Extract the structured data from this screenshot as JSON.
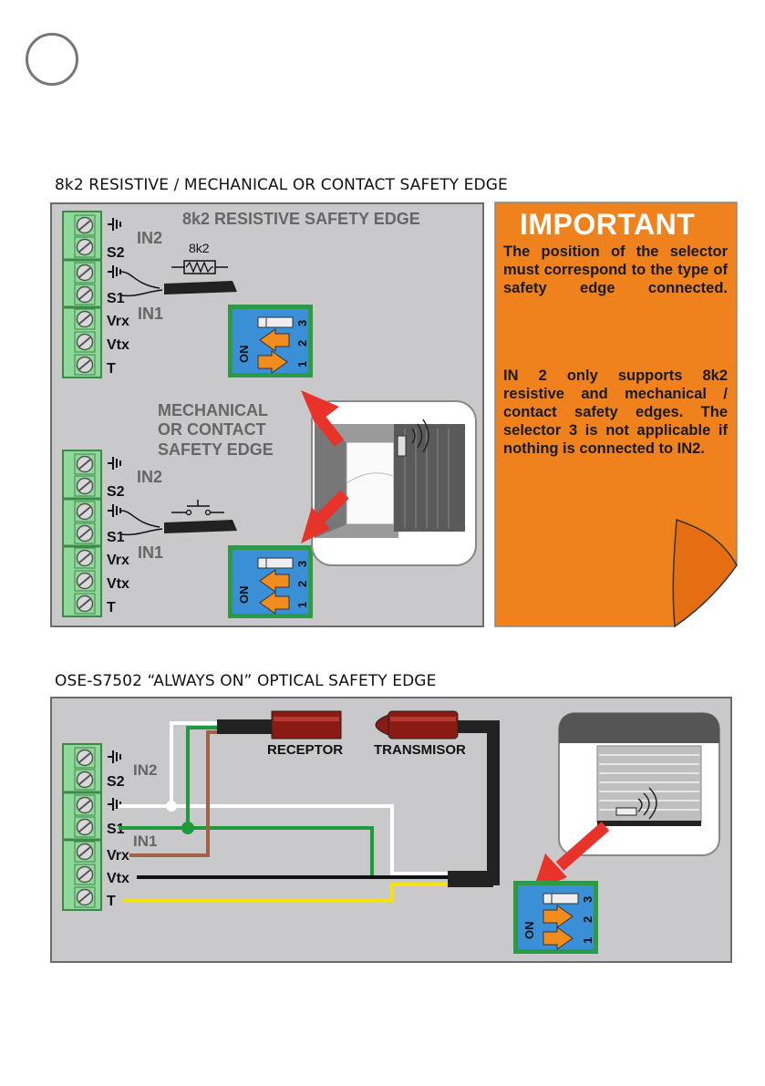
{
  "section1": {
    "title": "8k2 RESISTIVE / MECHANICAL OR CONTACT SAFETY EDGE",
    "resistive_label": "8k2 RESISTIVE SAFETY EDGE",
    "resistor_value": "8k2",
    "mechanical_label_lines": [
      "MECHANICAL",
      "OR CONTACT",
      "SAFETY EDGE"
    ]
  },
  "terminals": {
    "in2": "IN2",
    "in1": "IN1",
    "s2": "S2",
    "s1": "S1",
    "vrx": "Vrx",
    "vtx": "Vtx",
    "t": "T"
  },
  "dip": {
    "on": "ON",
    "n1": "1",
    "n2": "2",
    "n3": "3"
  },
  "important": {
    "title": "IMPORTANT",
    "paragraph1": "The position of the selector must correspond to the type of safety edge connected.",
    "paragraph2": "IN 2 only supports 8k2 resistive and mechanical / contact safety edges. The selector 3 is not applicable if nothing is connected to IN2."
  },
  "section2": {
    "title": "OSE-S7502 “ALWAYS ON” OPTICAL SAFETY EDGE",
    "receptor": "RECEPTOR",
    "transmisor": "TRANSMISOR"
  },
  "colors": {
    "panel": "#c9c9cb",
    "terminal_green": "#8fd79a",
    "dip_blue": "#3b8fd6",
    "arrow_orange": "#f28c1e",
    "important_bg": "#f0821e",
    "red_arrow": "#e8332a"
  }
}
